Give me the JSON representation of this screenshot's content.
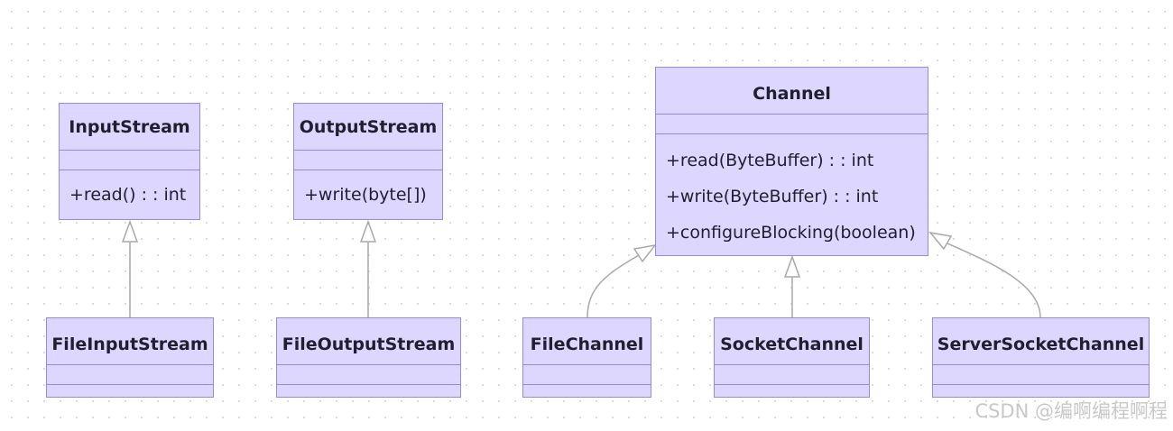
{
  "classes": {
    "input_stream": {
      "name": "InputStream",
      "methods": [
        "+read() : : int"
      ]
    },
    "output_stream": {
      "name": "OutputStream",
      "methods": [
        "+write(byte[])"
      ]
    },
    "channel": {
      "name": "Channel",
      "methods": [
        "+read(ByteBuffer) : : int",
        "+write(ByteBuffer) : : int",
        "+configureBlocking(boolean)"
      ]
    },
    "file_input_stream": {
      "name": "FileInputStream"
    },
    "file_output_stream": {
      "name": "FileOutputStream"
    },
    "file_channel": {
      "name": "FileChannel"
    },
    "socket_channel": {
      "name": "SocketChannel"
    },
    "server_socket_channel": {
      "name": "ServerSocketChannel"
    }
  },
  "relations": [
    {
      "from": "FileInputStream",
      "to": "InputStream",
      "type": "inheritance"
    },
    {
      "from": "FileOutputStream",
      "to": "OutputStream",
      "type": "inheritance"
    },
    {
      "from": "FileChannel",
      "to": "Channel",
      "type": "inheritance"
    },
    {
      "from": "SocketChannel",
      "to": "Channel",
      "type": "inheritance"
    },
    {
      "from": "ServerSocketChannel",
      "to": "Channel",
      "type": "inheritance"
    }
  ],
  "watermark": "CSDN @编啊编程啊程",
  "colors": {
    "box_fill": "#ddd6fe",
    "box_border": "#9a86e8",
    "edge": "#b0b0b0"
  }
}
